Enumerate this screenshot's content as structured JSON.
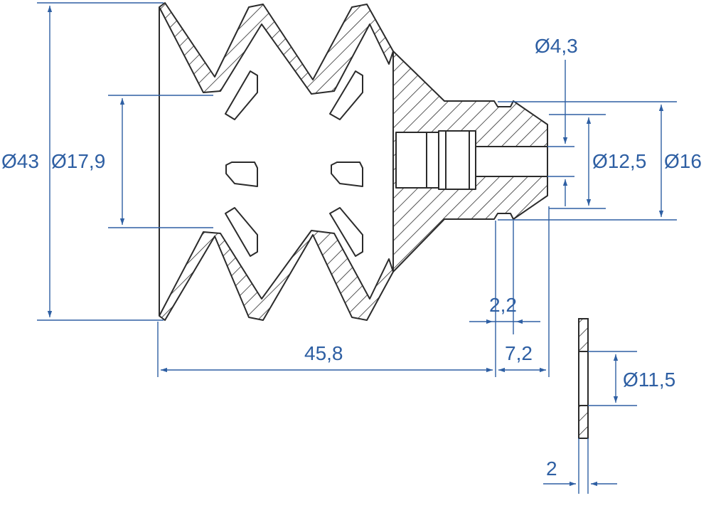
{
  "drawing": {
    "dimension_color": "#2e5fa3",
    "outline_color": "#2b2b2b",
    "hatch_color": "#2b2b2b",
    "dimensions": {
      "d43": "Ø43",
      "d17_9": "Ø17,9",
      "d4_3": "Ø4,3",
      "d12_5": "Ø12,5",
      "d16": "Ø16",
      "l2_2": "2,2",
      "l7_2": "7,2",
      "l45_8": "45,8",
      "d11_5": "Ø11,5",
      "t2": "2"
    }
  }
}
